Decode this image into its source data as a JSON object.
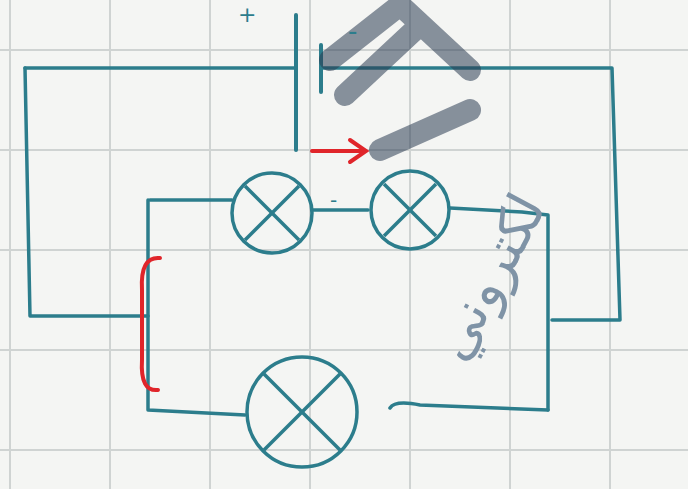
{
  "diagram": {
    "labels": [
      "+",
      "-",
      "-",
      "لكتروني"
    ]
  }
}
